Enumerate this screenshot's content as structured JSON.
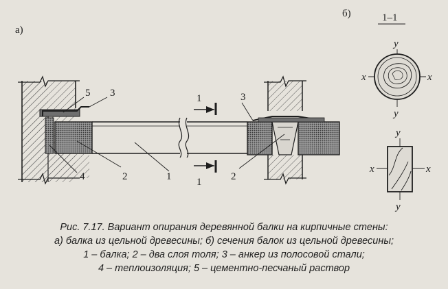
{
  "labels": {
    "part_a": "а)",
    "part_b": "б)",
    "section": "1–1",
    "n1": "1",
    "n2": "2",
    "n3": "3",
    "n4": "4",
    "n5": "5",
    "axis_x": "x",
    "axis_y": "y"
  },
  "caption": {
    "line1": "Рис. 7.17. Вариант опирания деревянной балки на кирпичные стены:",
    "line2": "а) балка из цельной древесины; б) сечения балок из цельной древесины;",
    "line3": "1 – балка; 2 – два слоя толя; 3 – анкер из полосовой стали;",
    "line4": "4 – теплоизоляция; 5 – цементно-песчаный раствор"
  },
  "colors": {
    "background": "#e6e3dc",
    "ink": "#1e1e1e",
    "hatch": "#5a5a5a",
    "fill_dark": "#6f6f6f"
  }
}
